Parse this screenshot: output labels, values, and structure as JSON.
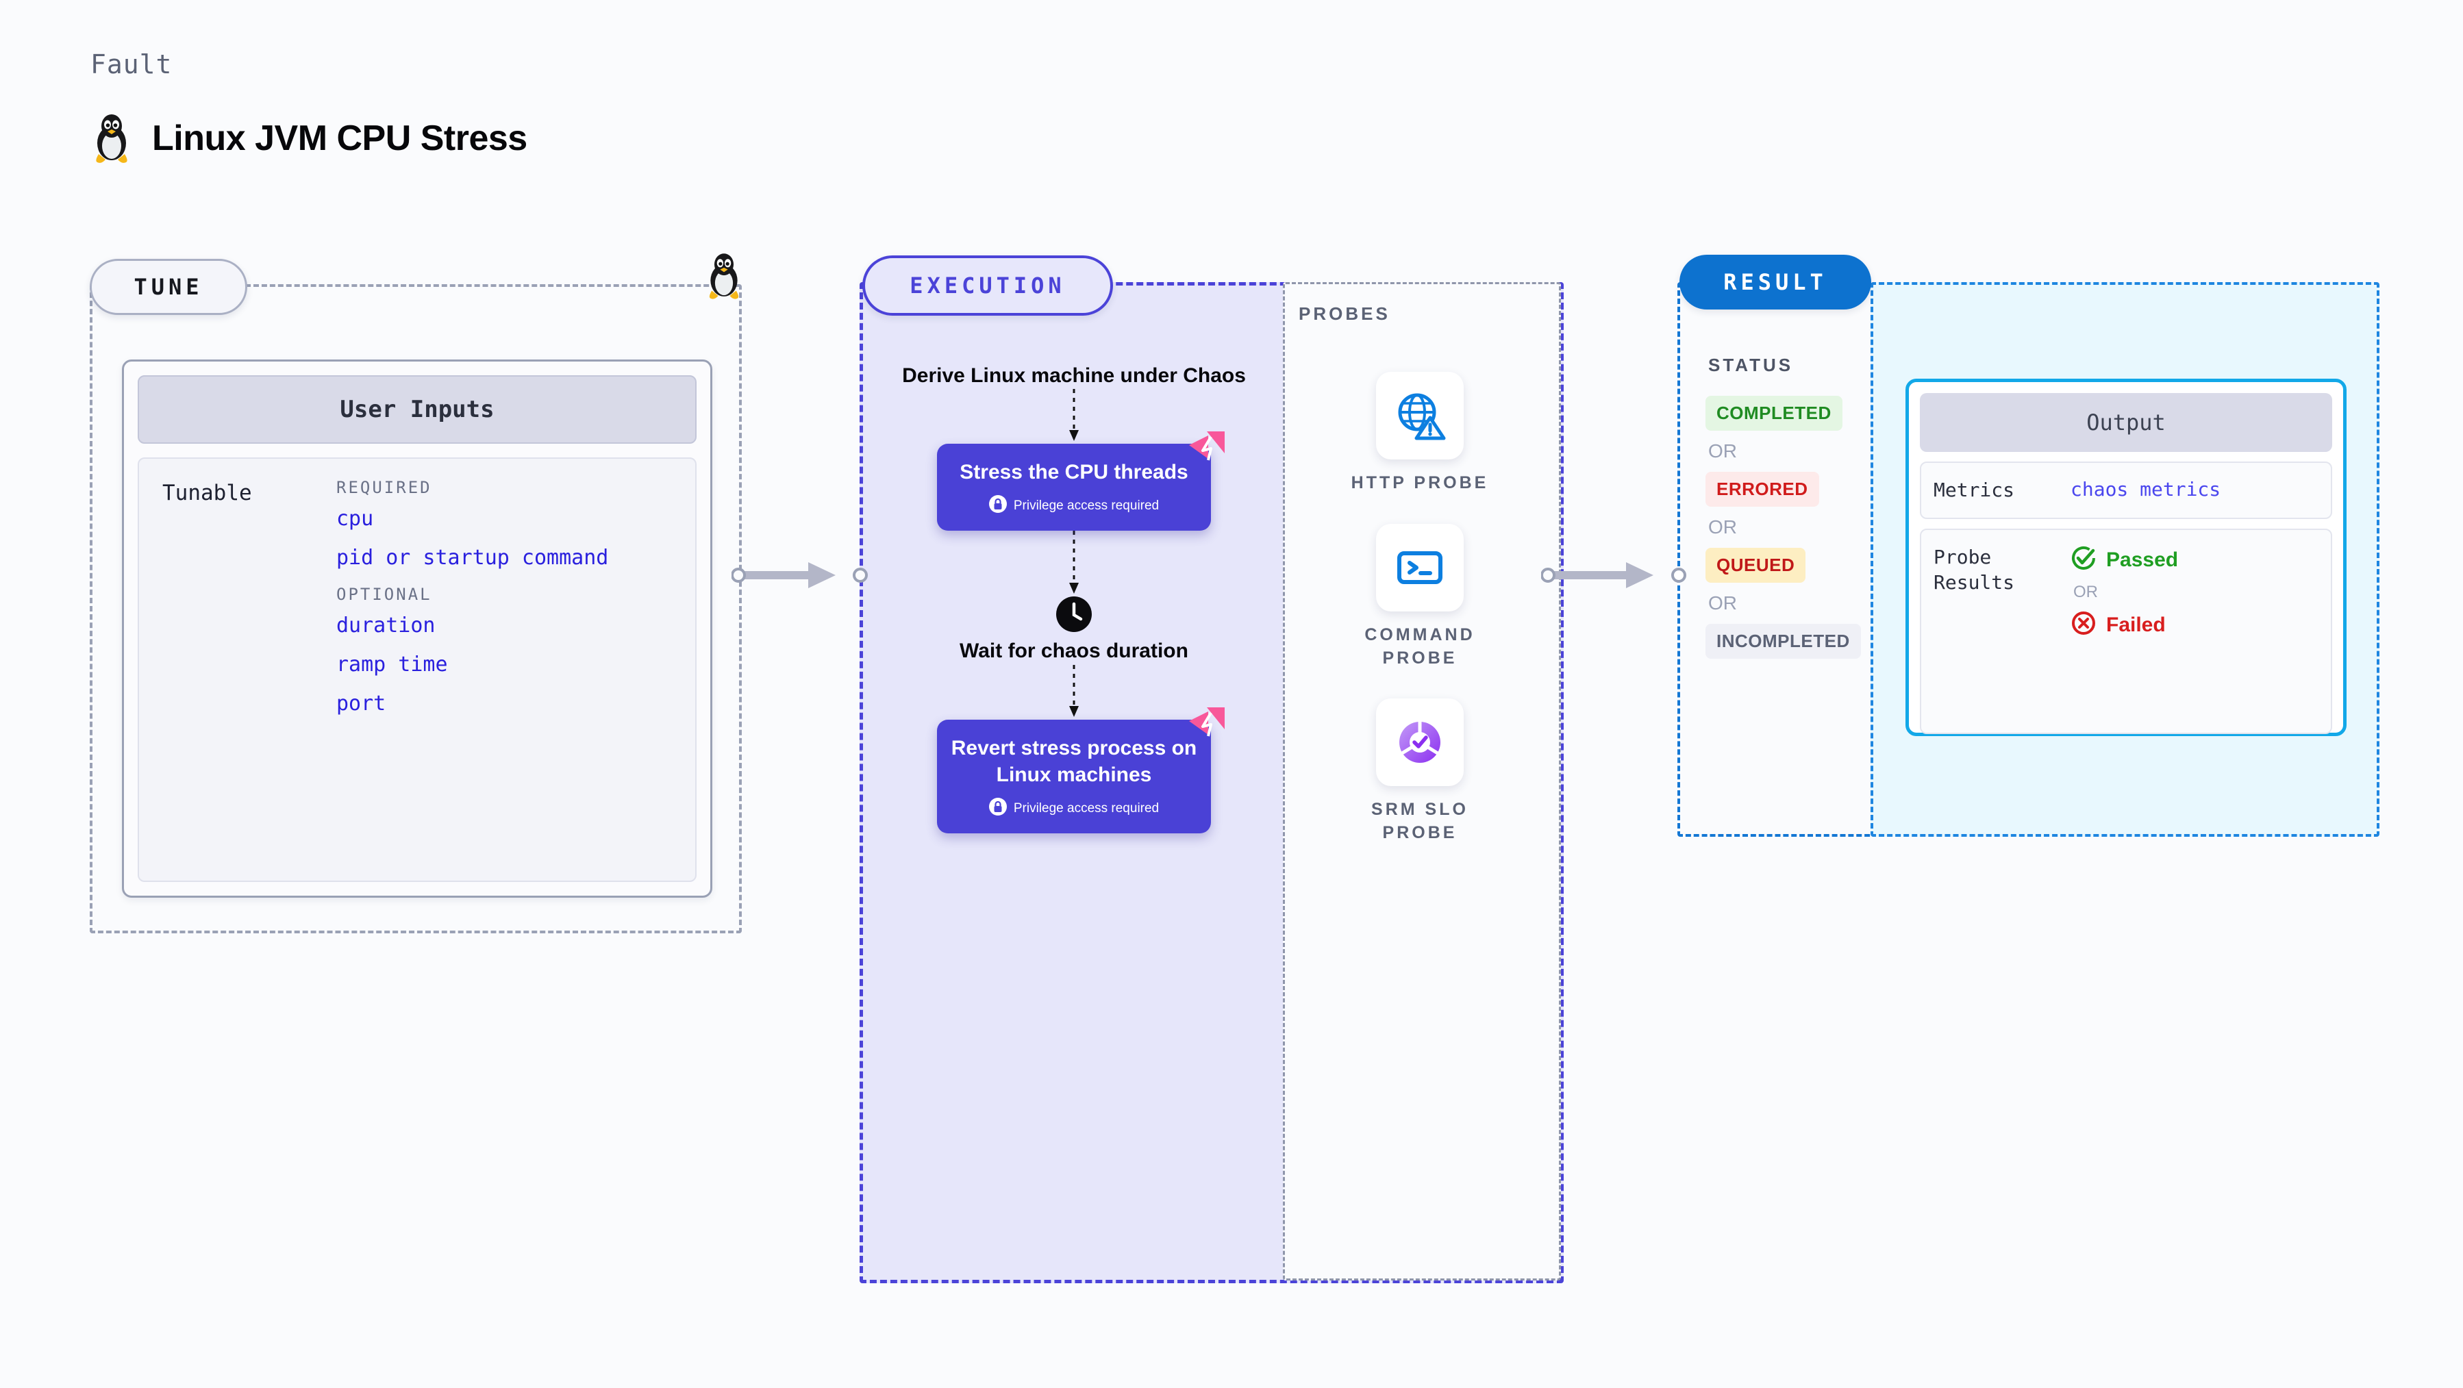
{
  "header": {
    "kicker": "Fault",
    "title": "Linux JVM CPU Stress",
    "icon": "linux-tux-icon"
  },
  "sections": {
    "tune": {
      "badge": "TUNE"
    },
    "execution": {
      "badge": "EXECUTION"
    },
    "result": {
      "badge": "RESULT"
    }
  },
  "tune": {
    "card_title": "User Inputs",
    "tunable_label": "Tunable",
    "groups": [
      {
        "label": "REQUIRED",
        "items": [
          "cpu",
          "pid or startup command"
        ]
      },
      {
        "label": "OPTIONAL",
        "items": [
          "duration",
          "ramp time",
          "port"
        ]
      }
    ]
  },
  "execution": {
    "steps": [
      {
        "type": "text",
        "text": "Derive Linux machine under Chaos"
      },
      {
        "type": "card",
        "text": "Stress the CPU threads",
        "privilege": "Privilege access required"
      },
      {
        "type": "clock",
        "text": "Wait for chaos duration"
      },
      {
        "type": "card",
        "text": "Revert stress process on Linux machines",
        "privilege": "Privilege access required"
      }
    ]
  },
  "probes": {
    "title": "PROBES",
    "items": [
      {
        "icon": "globe-warning-icon",
        "label": "HTTP PROBE"
      },
      {
        "icon": "terminal-icon",
        "label": "COMMAND PROBE"
      },
      {
        "icon": "slo-donut-check-icon",
        "label": "SRM SLO PROBE"
      }
    ]
  },
  "result": {
    "status_title": "STATUS",
    "or_label": "OR",
    "statuses": [
      {
        "label": "COMPLETED",
        "bg": "#e4f6e3",
        "fg": "#1f8b22"
      },
      {
        "label": "ERRORED",
        "bg": "#fdeaea",
        "fg": "#d01b1b"
      },
      {
        "label": "QUEUED",
        "bg": "#fdeec2",
        "fg": "#c01818"
      },
      {
        "label": "INCOMPLETED",
        "bg": "#eff0f6",
        "fg": "#5b6275"
      }
    ],
    "output": {
      "title": "Output",
      "metrics_key": "Metrics",
      "metrics_value": "chaos metrics",
      "probe_key": "Probe Results",
      "passed": "Passed",
      "failed": "Failed",
      "or_label": "OR"
    }
  },
  "colors": {
    "execution_accent": "#4b43d8",
    "result_accent": "#0d72cf",
    "output_accent": "#12a8e8",
    "tunable_value": "#2a20de",
    "fault_marker": "#f8589a",
    "pass_green": "#1f9e22",
    "fail_red": "#d81e1e"
  }
}
